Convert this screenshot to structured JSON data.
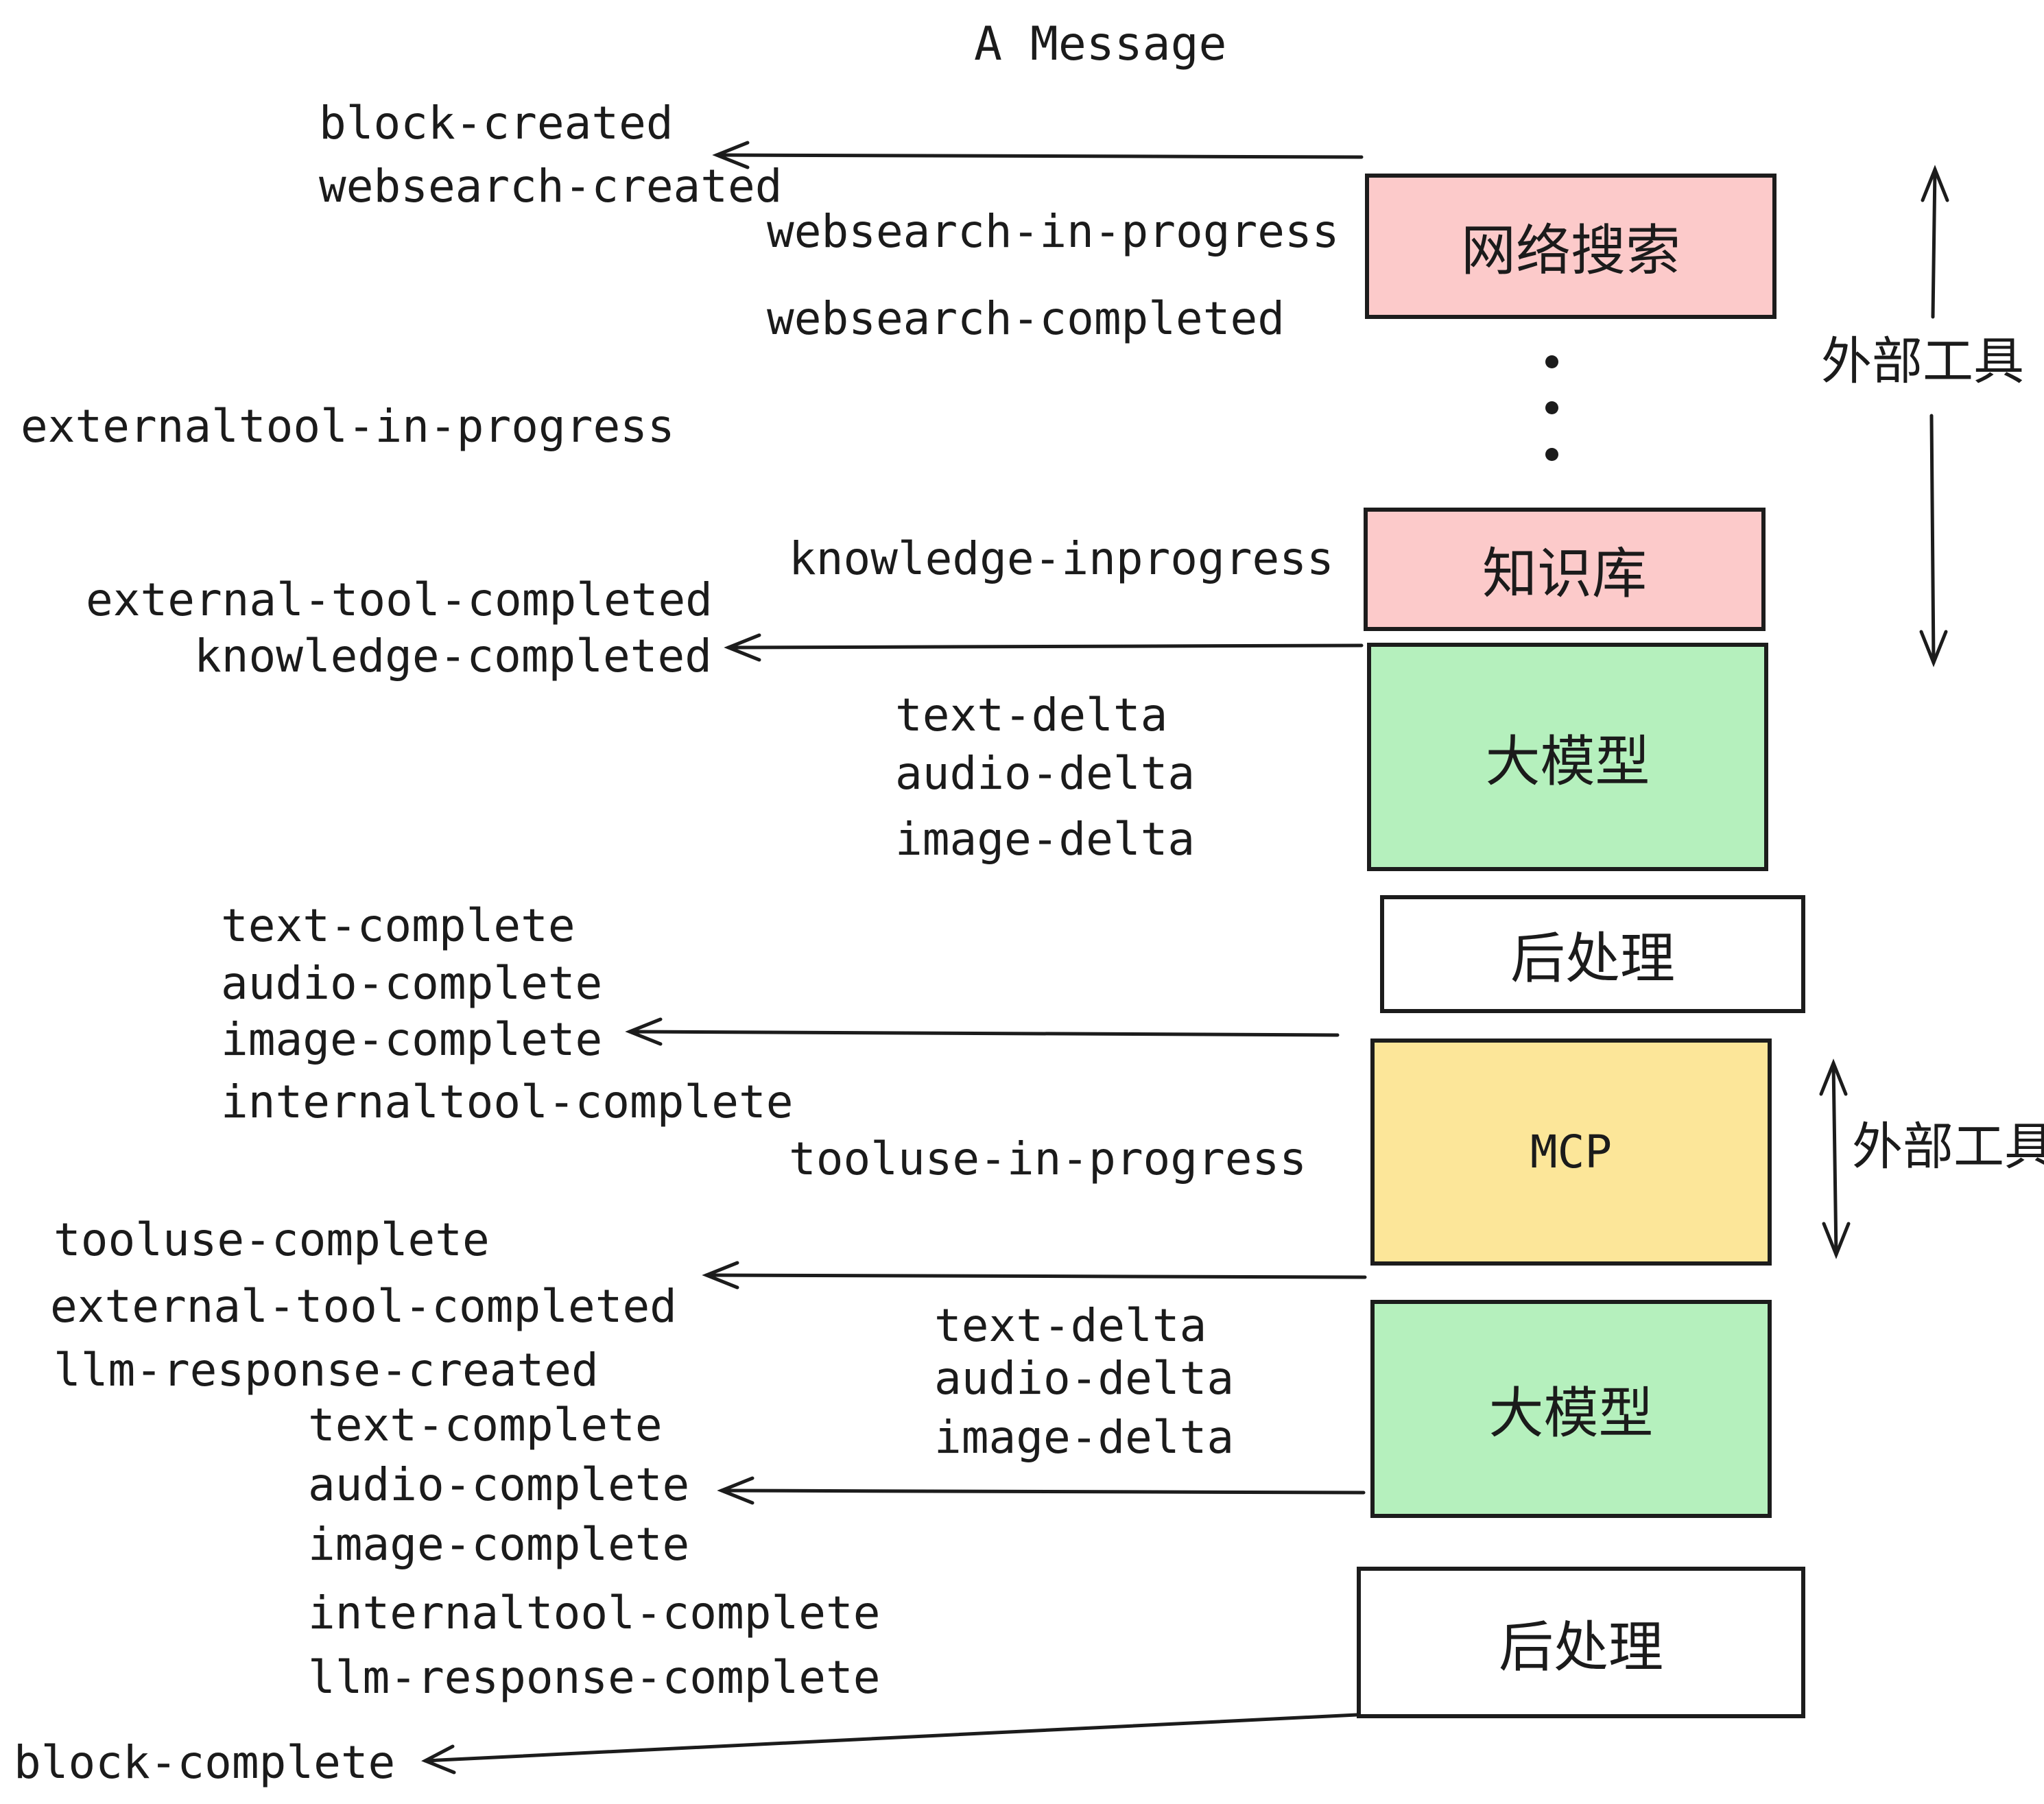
{
  "title": "A Message",
  "events": {
    "block_created": "block-created",
    "websearch_created": "websearch-created",
    "websearch_in_progress": "websearch-in-progress",
    "websearch_completed": "websearch-completed",
    "externaltool_in_progress": "externaltool-in-progress",
    "knowledge_inprogress": "knowledge-inprogress",
    "external_tool_completed": "external-tool-completed",
    "knowledge_completed": "knowledge-completed",
    "text_delta": "text-delta",
    "audio_delta": "audio-delta",
    "image_delta": "image-delta",
    "text_complete": "text-complete",
    "audio_complete": "audio-complete",
    "image_complete": "image-complete",
    "internaltool_complete": "internaltool-complete",
    "tooluse_in_progress": "tooluse-in-progress",
    "tooluse_complete": "tooluse-complete",
    "llm_response_created": "llm-response-created",
    "llm_response_complete": "llm-response-complete",
    "block_complete": "block-complete"
  },
  "boxes": {
    "websearch": "网络搜索",
    "knowledge": "知识库",
    "llm": "大模型",
    "postprocess": "后处理",
    "mcp": "MCP"
  },
  "annotations": {
    "external_tools": "外部工具"
  },
  "colors": {
    "box_websearch": "#fccaca",
    "box_knowledge": "#fccaca",
    "box_llm": "#b5f0bd",
    "box_postprocess": "#ffffff",
    "box_mcp": "#fce699",
    "ink": "#1c1c1c",
    "background": "#ffffff"
  }
}
